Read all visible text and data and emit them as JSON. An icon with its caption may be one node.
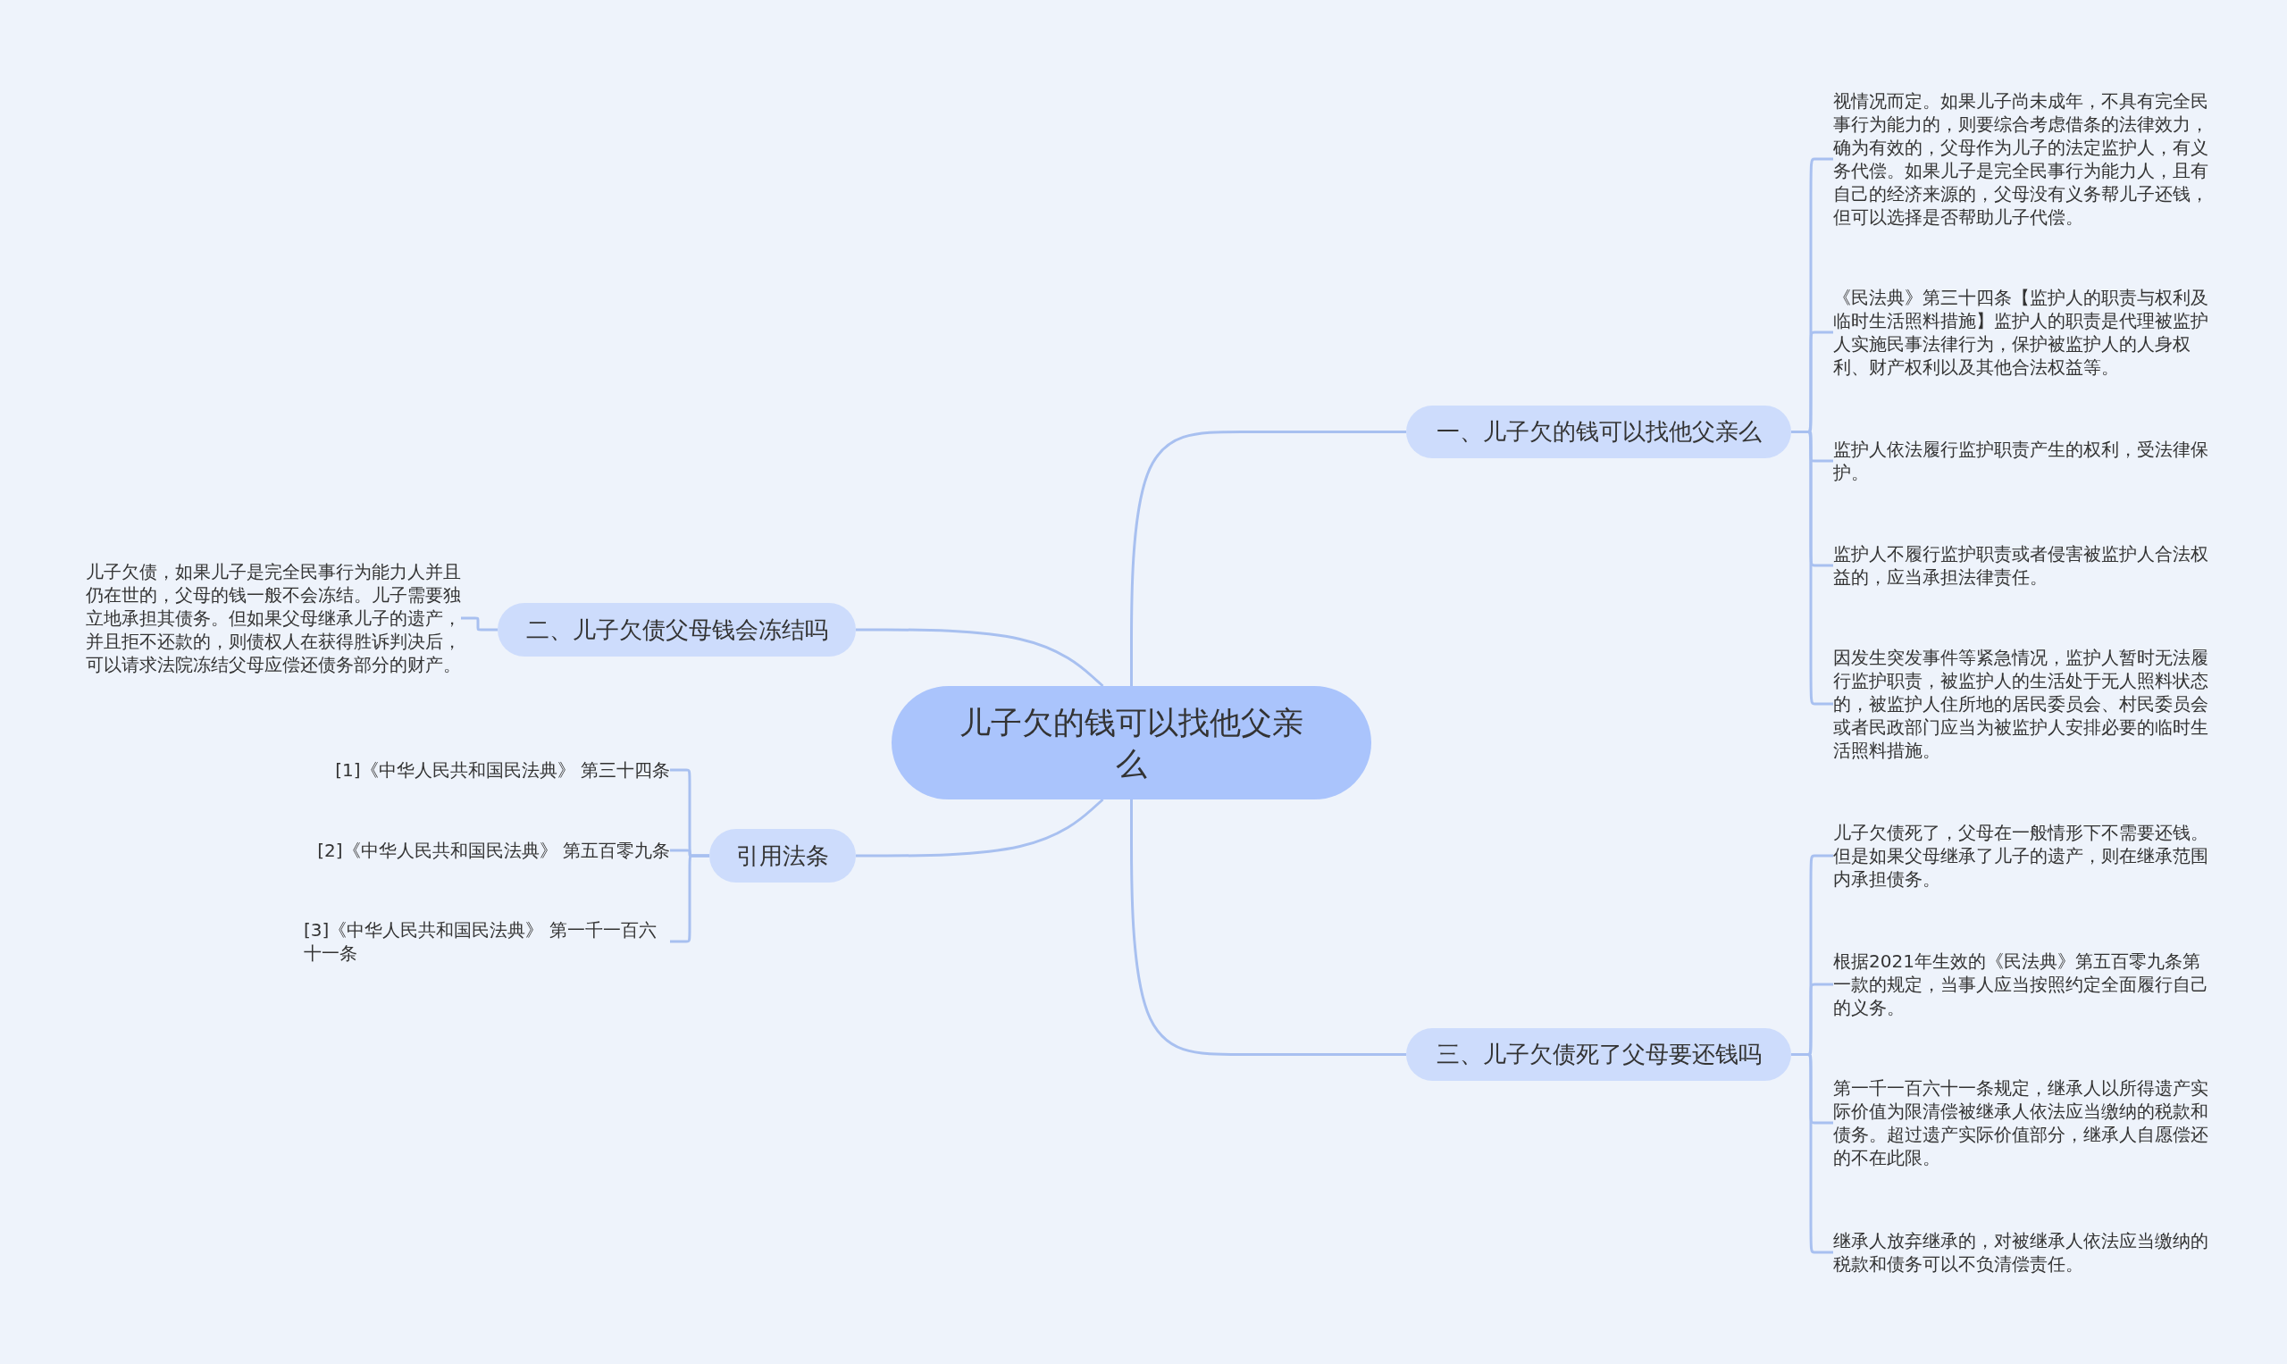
{
  "diagram": {
    "nodes": [
      {
        "text": [
          "儿子欠的钱可以找他父亲么"
        ]
      },
      {
        "text": [
          "一、儿子欠的钱可以找他父亲么"
        ]
      },
      {
        "text": [
          "视情况而定。如果儿子尚未成年，不具有完全民事行为能力的，则要综合考虑借条的法律效力，确为有效的，父母作为儿子的法定监护人，有义务代偿。如果儿子是完全民事行为能力人，且有自己的经济来源的，父母没有义务帮儿子还钱，但可以选择是否帮助儿子代偿。"
        ]
      },
      {
        "text": [
          "《民法典》第三十四条【监护人的职责与权利及临时生活照料措施】监护人的职责是代理被监护人实施民事法律行为，保护被监护人的人身权利、财产权利以及其他合法权益等。"
        ]
      },
      {
        "text": [
          "监护人依法履行监护职责产生的权利，受法律保护。"
        ]
      },
      {
        "text": [
          "监护人不履行监护职责或者侵害被监护人合法权益的，应当承担法律责任。"
        ]
      },
      {
        "text": [
          "因发生突发事件等紧急情况，监护人暂时无法履行监护职责，被监护人的生活处于无人照料状态的，被监护人住所地的居民委员会、村民委员会或者民政部门应当为被监护人安排必要的临时生活照料措施。"
        ]
      },
      {
        "text": [
          "二、儿子欠债父母钱会冻结吗"
        ]
      },
      {
        "text": [
          "儿子欠债，如果儿子是完全民事行为能力人并且仍在世的，父母的钱一般不会冻结。儿子需要独立地承担其债务。但如果父母继承儿子的遗产，并且拒不还款的，则债权人在获得胜诉判决后，可以请求法院冻结父母应偿还债务部分的财产。"
        ]
      },
      {
        "text": [
          "引用法条"
        ]
      },
      {
        "text": [
          "[1]《中华人民共和国民法典》 第三十四条"
        ]
      },
      {
        "text": [
          "[2]《中华人民共和国民法典》 第五百零九条"
        ]
      },
      {
        "text": [
          "[3]《中华人民共和国民法典》 第一千一百六十一条"
        ]
      },
      {
        "text": [
          "三、儿子欠债死了父母要还钱吗"
        ]
      },
      {
        "text": [
          "儿子欠债死了，父母在一般情形下不需要还钱。但是如果父母继承了儿子的遗产，则在继承范围内承担债务。"
        ]
      },
      {
        "text": [
          "根据2021年生效的《民法典》第五百零九条第一款的规定，当事人应当按照约定全面履行自己的义务。"
        ]
      },
      {
        "text": [
          "第一千一百六十一条规定，继承人以所得遗产实际价值为限清偿被继承人依法应当缴纳的税款和债务。超过遗产实际价值部分，继承人自愿偿还的不在此限。"
        ]
      },
      {
        "text": [
          "继承人放弃继承的，对被继承人依法应当缴纳的税款和债务可以不负清偿责任。"
        ]
      }
    ],
    "edges": [
      {
        "from": 0,
        "to": 1,
        "arrow": "none"
      },
      {
        "from": 1,
        "to": 2,
        "arrow": "none"
      },
      {
        "from": 1,
        "to": 3,
        "arrow": "none"
      },
      {
        "from": 1,
        "to": 4,
        "arrow": "none"
      },
      {
        "from": 1,
        "to": 5,
        "arrow": "none"
      },
      {
        "from": 1,
        "to": 6,
        "arrow": "none"
      },
      {
        "from": 0,
        "to": 7,
        "arrow": "none"
      },
      {
        "from": 7,
        "to": 8,
        "arrow": "none"
      },
      {
        "from": 0,
        "to": 9,
        "arrow": "none"
      },
      {
        "from": 9,
        "to": 10,
        "arrow": "none"
      },
      {
        "from": 9,
        "to": 11,
        "arrow": "none"
      },
      {
        "from": 9,
        "to": 12,
        "arrow": "none"
      },
      {
        "from": 0,
        "to": 13,
        "arrow": "none"
      },
      {
        "from": 13,
        "to": 14,
        "arrow": "none"
      },
      {
        "from": 13,
        "to": 15,
        "arrow": "none"
      },
      {
        "from": 13,
        "to": 16,
        "arrow": "none"
      },
      {
        "from": 13,
        "to": 17,
        "arrow": "none"
      }
    ]
  }
}
